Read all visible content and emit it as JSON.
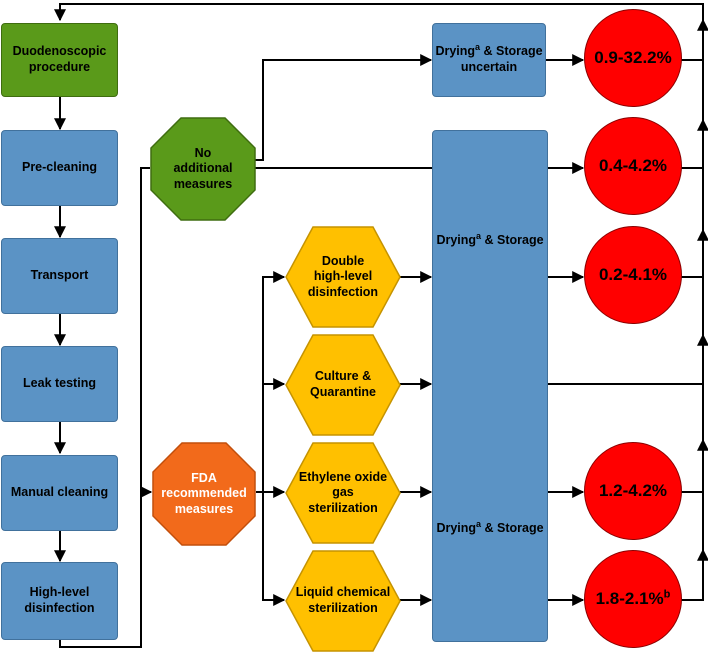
{
  "process_steps": {
    "duodenoscopic_procedure": "Duodenoscopic procedure",
    "pre_cleaning": "Pre-cleaning",
    "transport": "Transport",
    "leak_testing": "Leak testing",
    "manual_cleaning": "Manual cleaning",
    "high_level_disinfection": "High-level disinfection"
  },
  "branches": {
    "no_additional": "No additional measures",
    "fda_recommended": "FDA recommended measures"
  },
  "measures": {
    "double_hld": "Double high-level disinfection",
    "culture_quarantine": "Culture & Quarantine",
    "eto_sterilization": "Ethylene oxide gas sterilization",
    "liquid_chemical": "Liquid chemical sterilization"
  },
  "drying_storage": {
    "prefix": "Drying",
    "superscript": "a",
    "suffix": " & Storage",
    "uncertain": "uncertain"
  },
  "risks": {
    "uncertain_storage": "0.9-32.2%",
    "no_additional": "0.4-4.2%",
    "double_hld": "0.2-4.1%",
    "eto": "1.2-4.2%",
    "liquid_chemical": "1.8-2.1%",
    "liquid_chemical_sup": "b"
  },
  "colors": {
    "process_blue": "#5b93c5",
    "start_green": "#5a9a1a",
    "no_additional_green": "#5a9a1a",
    "fda_orange": "#f26a1b",
    "measure_yellow": "#ffc000",
    "risk_red": "#ff0000"
  }
}
